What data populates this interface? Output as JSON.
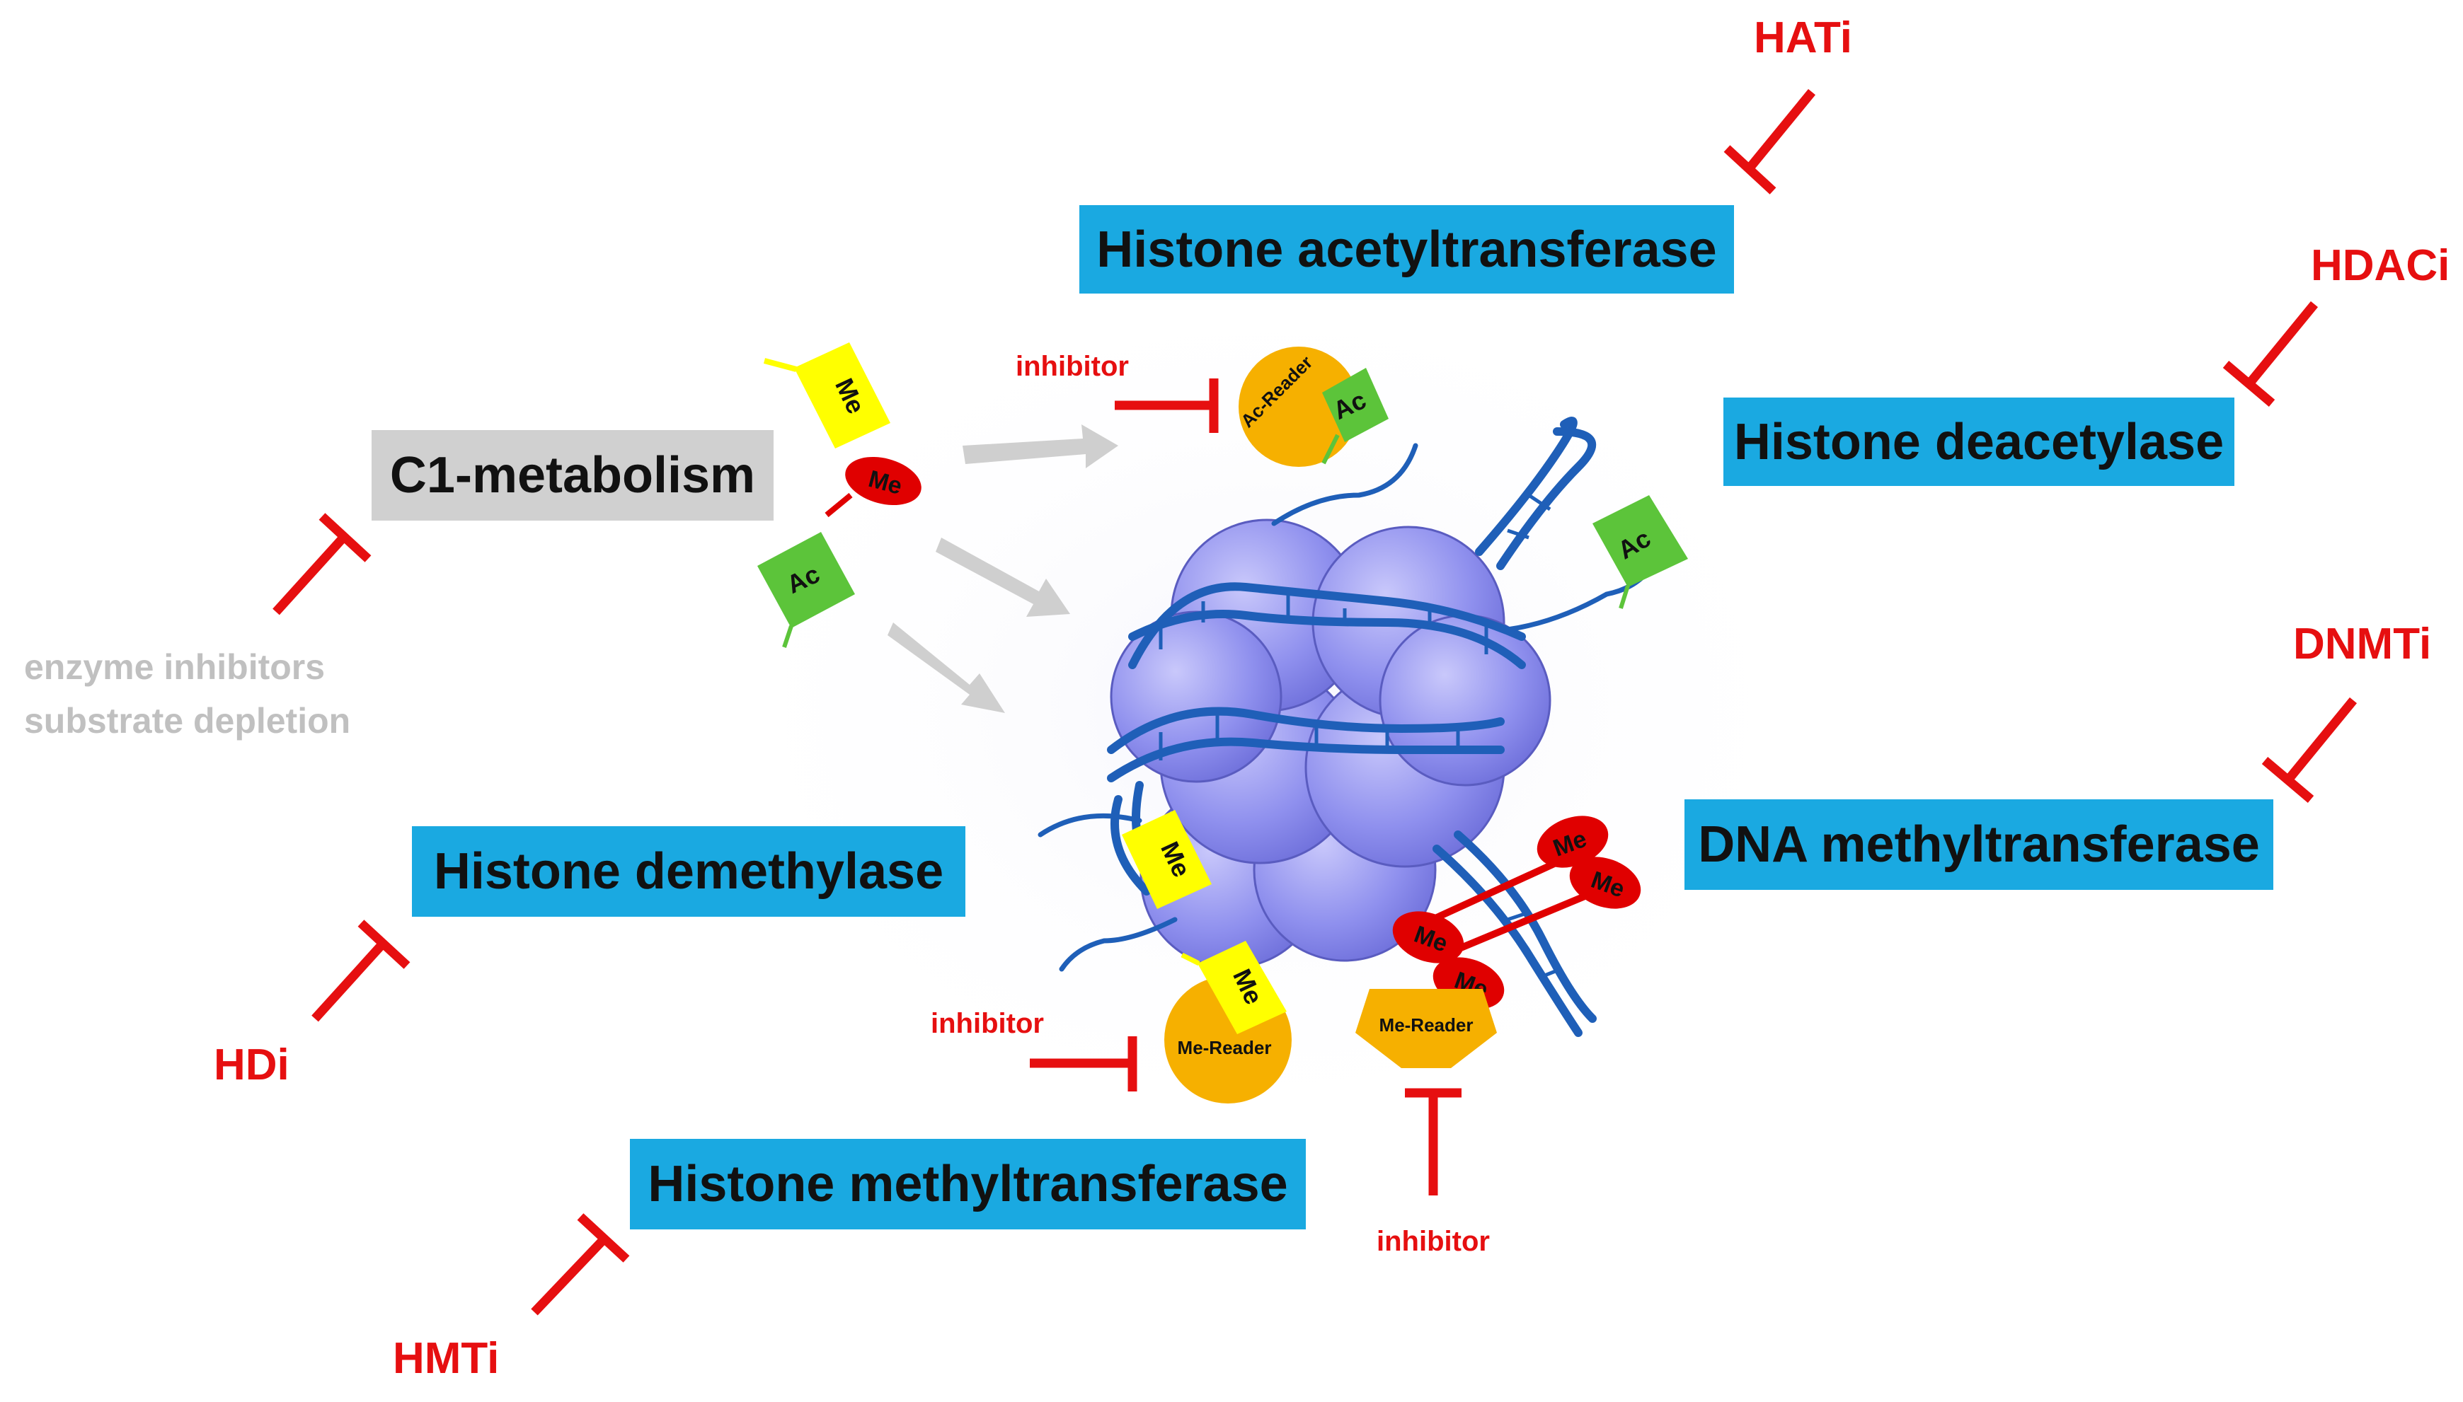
{
  "enzymes": {
    "hat": "Histone acetyltransferase",
    "hdac": "Histone deacetylase",
    "dnmt": "DNA methyltransferase",
    "hdm": "Histone demethylase",
    "hmt": "Histone methyltransferase"
  },
  "metabolism": "C1-metabolism",
  "metabolism_note": [
    "enzyme inhibitors",
    "substrate depletion"
  ],
  "drugs": {
    "hati": "HATi",
    "hdaci": "HDACi",
    "dnmti": "DNMTi",
    "hdi": "HDi",
    "hmti": "HMTi"
  },
  "inhibitor_label": "inhibitor",
  "marks": {
    "methyl": "Me",
    "acetyl": "Ac"
  },
  "readers": {
    "ac_reader": "Ac-Reader",
    "me_reader": "Me-Reader"
  },
  "colors": {
    "enzyme_box": "#1aa9e1",
    "metabolism_box": "#d0d0d0",
    "inhibition": "#e60f10",
    "histone": "#7d7fe6",
    "dna": "#1f5fb8",
    "acetyl_tag": "#5cc43a",
    "methyl_tag_yellow": "#ffff00",
    "methyl_tag_red": "#e00000",
    "reader": "#f6b000",
    "arrow": "#cfcfcf"
  }
}
